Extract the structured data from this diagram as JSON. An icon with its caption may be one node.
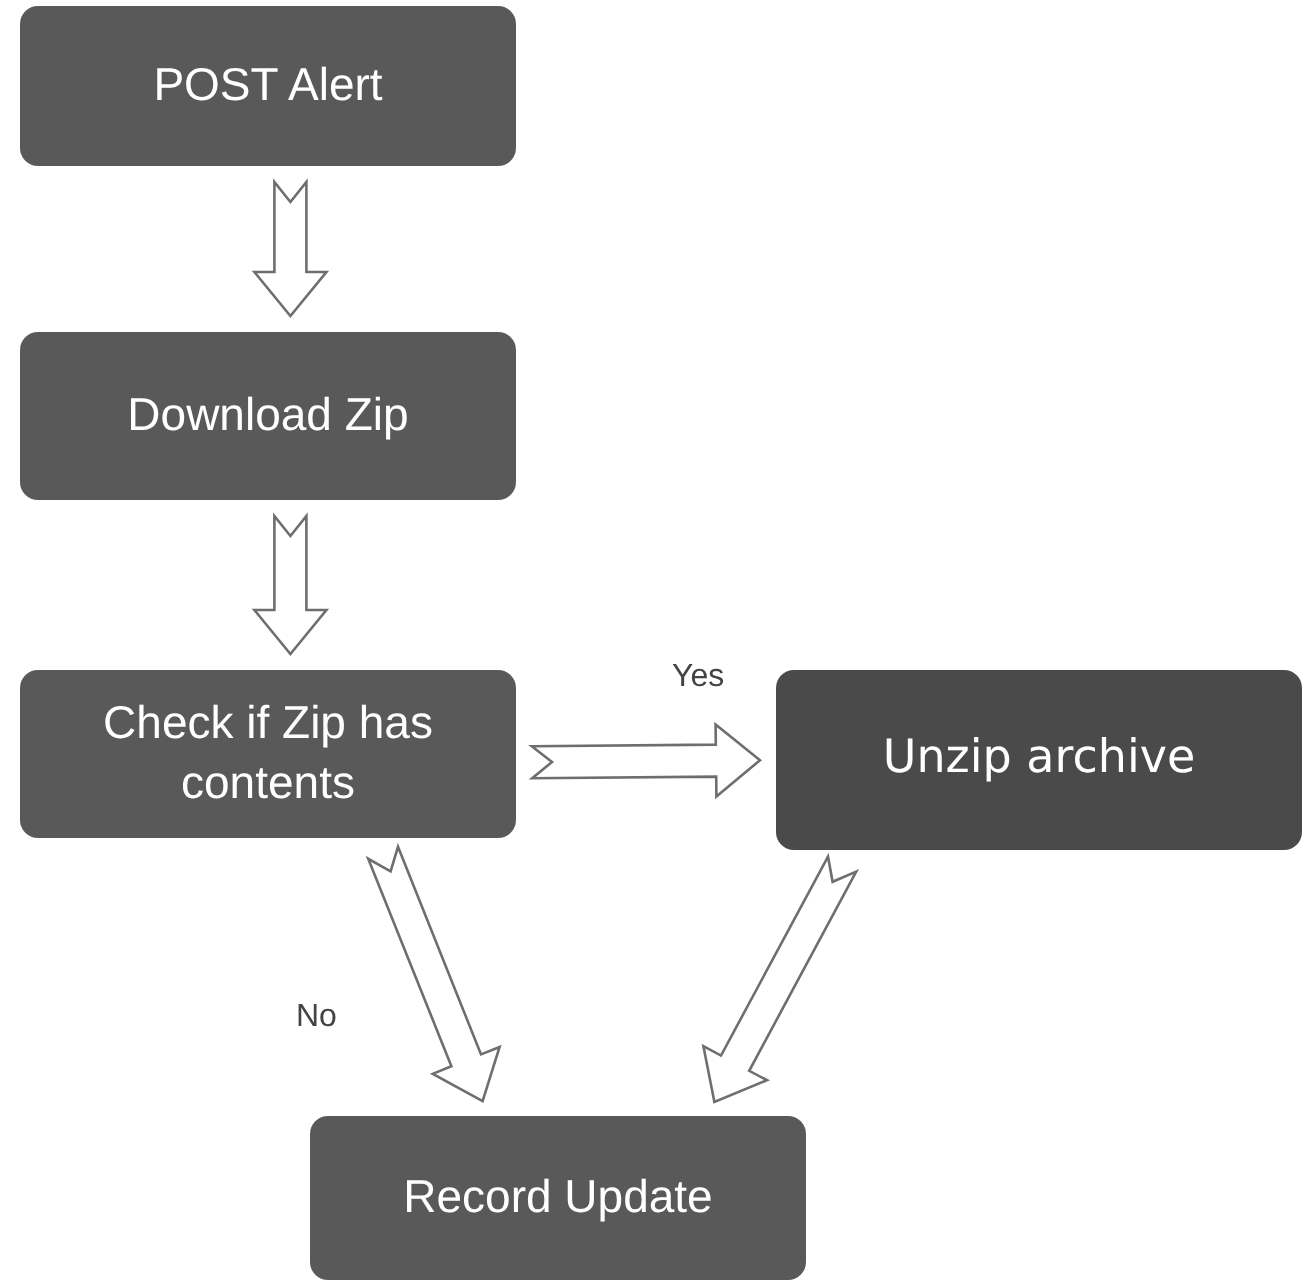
{
  "diagram": {
    "nodes": [
      {
        "text": [
          "POST Alert"
        ]
      },
      {
        "text": [
          "Download Zip"
        ]
      },
      {
        "text": [
          "Check if Zip has contents"
        ]
      },
      {
        "text": [
          "Unzip archive"
        ]
      },
      {
        "text": [
          "Record Update"
        ]
      }
    ],
    "edges": [
      {
        "from": 0,
        "to": 1,
        "arrow": "to"
      },
      {
        "from": 1,
        "to": 2,
        "arrow": "to"
      },
      {
        "from": 2,
        "to": 3,
        "arrow": "to",
        "label": "Yes"
      },
      {
        "from": 2,
        "to": 4,
        "arrow": "to",
        "label": "No"
      },
      {
        "from": 3,
        "to": 4,
        "arrow": "to"
      }
    ]
  }
}
